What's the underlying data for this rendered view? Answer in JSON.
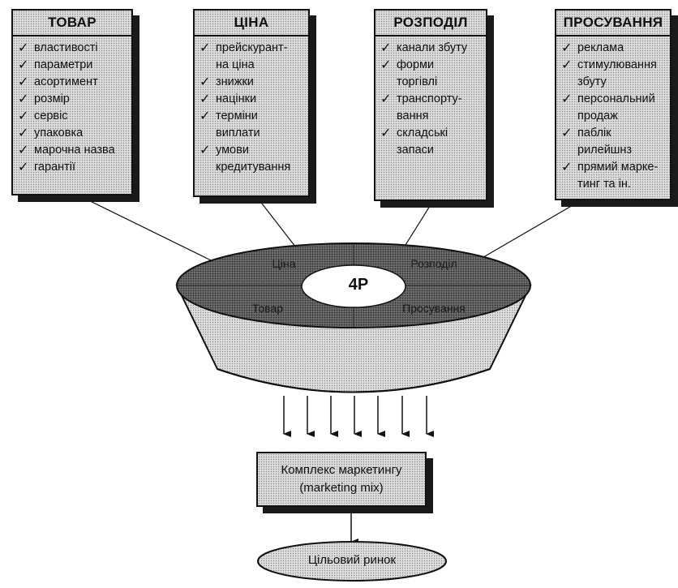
{
  "boxes": [
    {
      "title": "ТОВАР",
      "items": [
        "властивості",
        "параметри",
        "асортимент",
        "розмір",
        "сервіс",
        "упаковка",
        "марочна назва",
        "гарантії"
      ]
    },
    {
      "title": "ЦІНА",
      "items": [
        "прейскурант-\nна ціна",
        "знижки",
        "націнки",
        "терміни\nвиплати",
        "умови\nкредитування"
      ]
    },
    {
      "title": "РОЗПОДІЛ",
      "items": [
        "канали збуту",
        "форми\nторгівлі",
        "транспорту-\nвання",
        "складські\nзапаси"
      ]
    },
    {
      "title": "ПРОСУВАННЯ",
      "items": [
        "реклама",
        "стимулювання\nзбуту",
        "персональний\nпродаж",
        "паблік\nрилейшнз",
        "прямий марке-\nтинг та ін."
      ]
    }
  ],
  "check_mark": "✓",
  "bowl": {
    "center_label": "4P",
    "segments": [
      "Ціна",
      "Розподіл",
      "Товар",
      "Просування"
    ]
  },
  "mix": {
    "line1": "Комплекс маркетингу",
    "line2": "(marketing mix)"
  },
  "target": "Цільовий ринок",
  "arrow_count": 7
}
